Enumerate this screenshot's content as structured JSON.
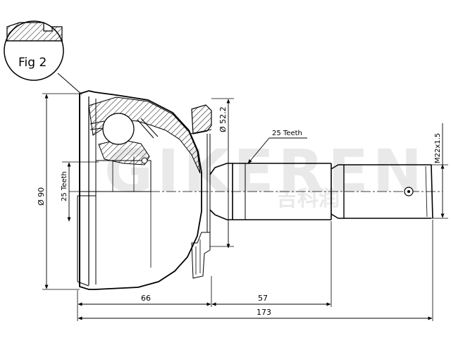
{
  "figure": {
    "label": "Fig 2"
  },
  "dimensions": {
    "overall_diameter": "Ø 90",
    "inner_spline_teeth": "25 Teeth",
    "seal_diameter": "Ø 52.2",
    "outer_spline_teeth": "25 Teeth",
    "thread": "M22x1.5",
    "housing_length": "66",
    "shaft_length": "57",
    "total_length": "173"
  },
  "watermark": {
    "brand": "GIKEREN",
    "chinese": "吉科润"
  },
  "colors": {
    "line": "#000000",
    "watermark": "#e9e9e9"
  }
}
